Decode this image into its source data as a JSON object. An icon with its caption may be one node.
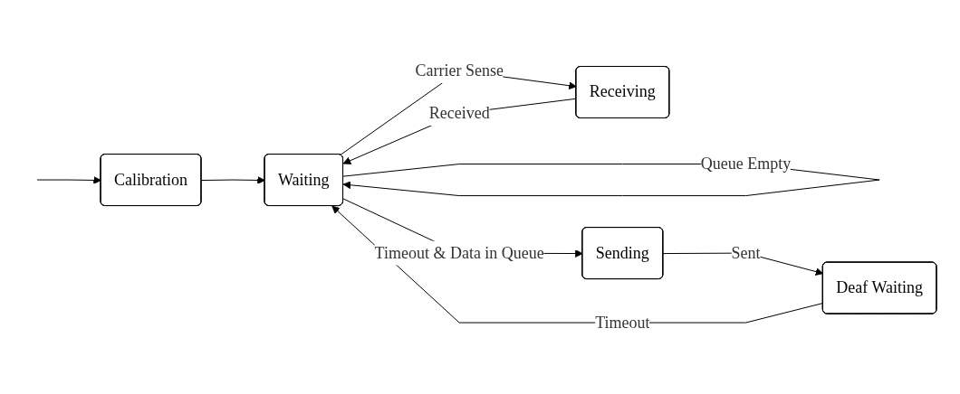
{
  "diagram": {
    "nodes": [
      {
        "text": [
          "Calibration"
        ]
      },
      {
        "text": [
          "Waiting"
        ]
      },
      {
        "text": [
          "Receiving"
        ]
      },
      {
        "text": [
          "Sending"
        ]
      },
      {
        "text": [
          "Deaf Waiting"
        ]
      }
    ],
    "edges": [
      {
        "from": null,
        "to": 0,
        "arrow": "to"
      },
      {
        "from": 0,
        "to": 1,
        "arrow": "to"
      },
      {
        "from": 1,
        "to": 1,
        "label": "Queue Empty",
        "arrow": "to"
      },
      {
        "from": 1,
        "to": 2,
        "label": "Carrier Sense",
        "arrow": "to"
      },
      {
        "from": 2,
        "to": 1,
        "label": "Received",
        "arrow": "to"
      },
      {
        "from": 1,
        "to": 3,
        "label": "Timeout & Data in Queue",
        "arrow": "to"
      },
      {
        "from": 3,
        "to": 4,
        "label": "Sent",
        "arrow": "to"
      },
      {
        "from": 4,
        "to": 1,
        "label": "Timeout",
        "arrow": "to"
      }
    ]
  }
}
